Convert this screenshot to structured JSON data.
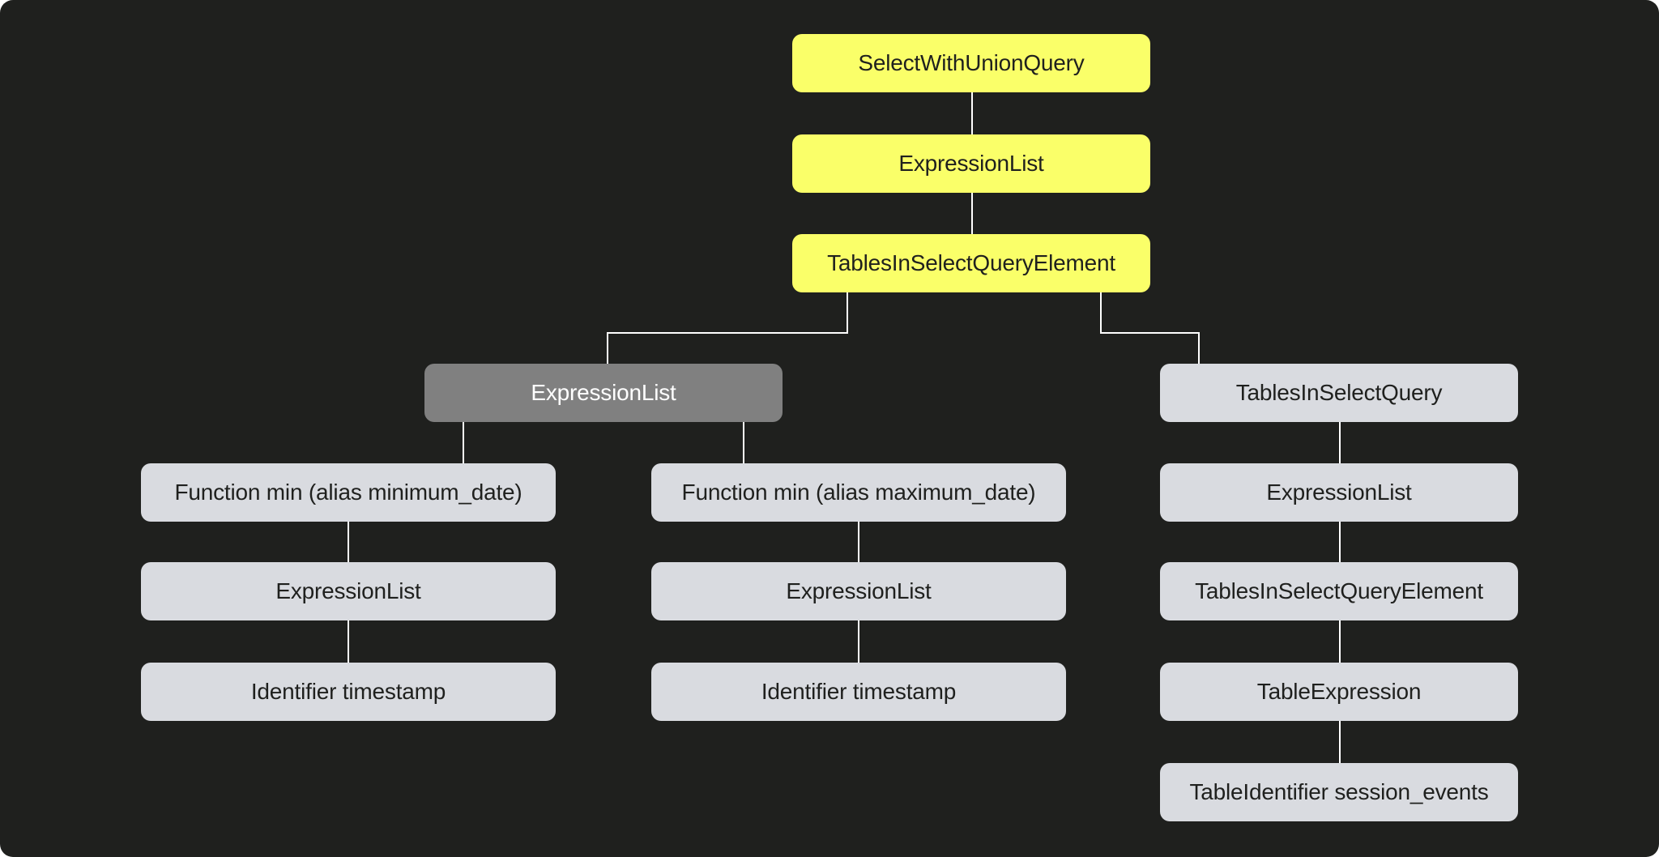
{
  "diagram": {
    "nodes": [
      {
        "id": "root",
        "label": "SelectWithUnionQuery",
        "style": "yellow"
      },
      {
        "id": "expr-list-1",
        "label": "ExpressionList",
        "style": "yellow"
      },
      {
        "id": "tables-elem",
        "label": "TablesInSelectQueryElement",
        "style": "yellow"
      },
      {
        "id": "expr-list-2",
        "label": "ExpressionList",
        "style": "dark"
      },
      {
        "id": "tables-sq",
        "label": "TablesInSelectQuery",
        "style": "gray"
      },
      {
        "id": "func-min",
        "label": "Function min (alias minimum_date)",
        "style": "gray"
      },
      {
        "id": "func-max",
        "label": "Function min (alias maximum_date)",
        "style": "gray"
      },
      {
        "id": "expr-list-r",
        "label": "ExpressionList",
        "style": "gray"
      },
      {
        "id": "expr-list-a",
        "label": "ExpressionList",
        "style": "gray"
      },
      {
        "id": "expr-list-b",
        "label": "ExpressionList",
        "style": "gray"
      },
      {
        "id": "tables-elem-2",
        "label": "TablesInSelectQueryElement",
        "style": "gray"
      },
      {
        "id": "ident-a",
        "label": "Identifier timestamp",
        "style": "gray"
      },
      {
        "id": "ident-b",
        "label": "Identifier timestamp",
        "style": "gray"
      },
      {
        "id": "table-expr",
        "label": "TableExpression",
        "style": "gray"
      },
      {
        "id": "table-ident",
        "label": "TableIdentifier session_events",
        "style": "gray"
      }
    ],
    "edges": [
      [
        "root",
        "expr-list-1"
      ],
      [
        "expr-list-1",
        "tables-elem"
      ],
      [
        "tables-elem",
        "expr-list-2"
      ],
      [
        "tables-elem",
        "tables-sq"
      ],
      [
        "expr-list-2",
        "func-min"
      ],
      [
        "expr-list-2",
        "func-max"
      ],
      [
        "func-min",
        "expr-list-a"
      ],
      [
        "expr-list-a",
        "ident-a"
      ],
      [
        "func-max",
        "expr-list-b"
      ],
      [
        "expr-list-b",
        "ident-b"
      ],
      [
        "tables-sq",
        "expr-list-r"
      ],
      [
        "expr-list-r",
        "tables-elem-2"
      ],
      [
        "tables-elem-2",
        "table-expr"
      ],
      [
        "table-expr",
        "table-ident"
      ]
    ],
    "colors": {
      "background": "#1f201e",
      "highlight": "#faff69",
      "node": "#d9dbe0",
      "active": "#808080",
      "edge": "#ffffff"
    }
  }
}
